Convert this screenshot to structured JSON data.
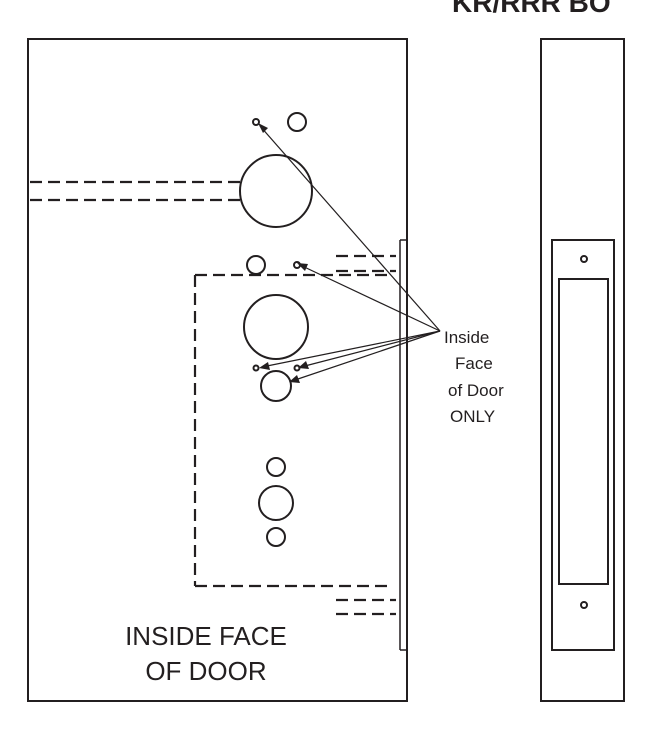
{
  "header": {
    "title_fragment": "KR/RRR BO"
  },
  "callout": {
    "lines": [
      "Inside",
      "Face",
      "of Door",
      "ONLY"
    ]
  },
  "door_face_label": {
    "lines": [
      "INSIDE FACE",
      "OF DOOR"
    ]
  },
  "colors": {
    "ink": "#231f20",
    "background": "#ffffff"
  }
}
